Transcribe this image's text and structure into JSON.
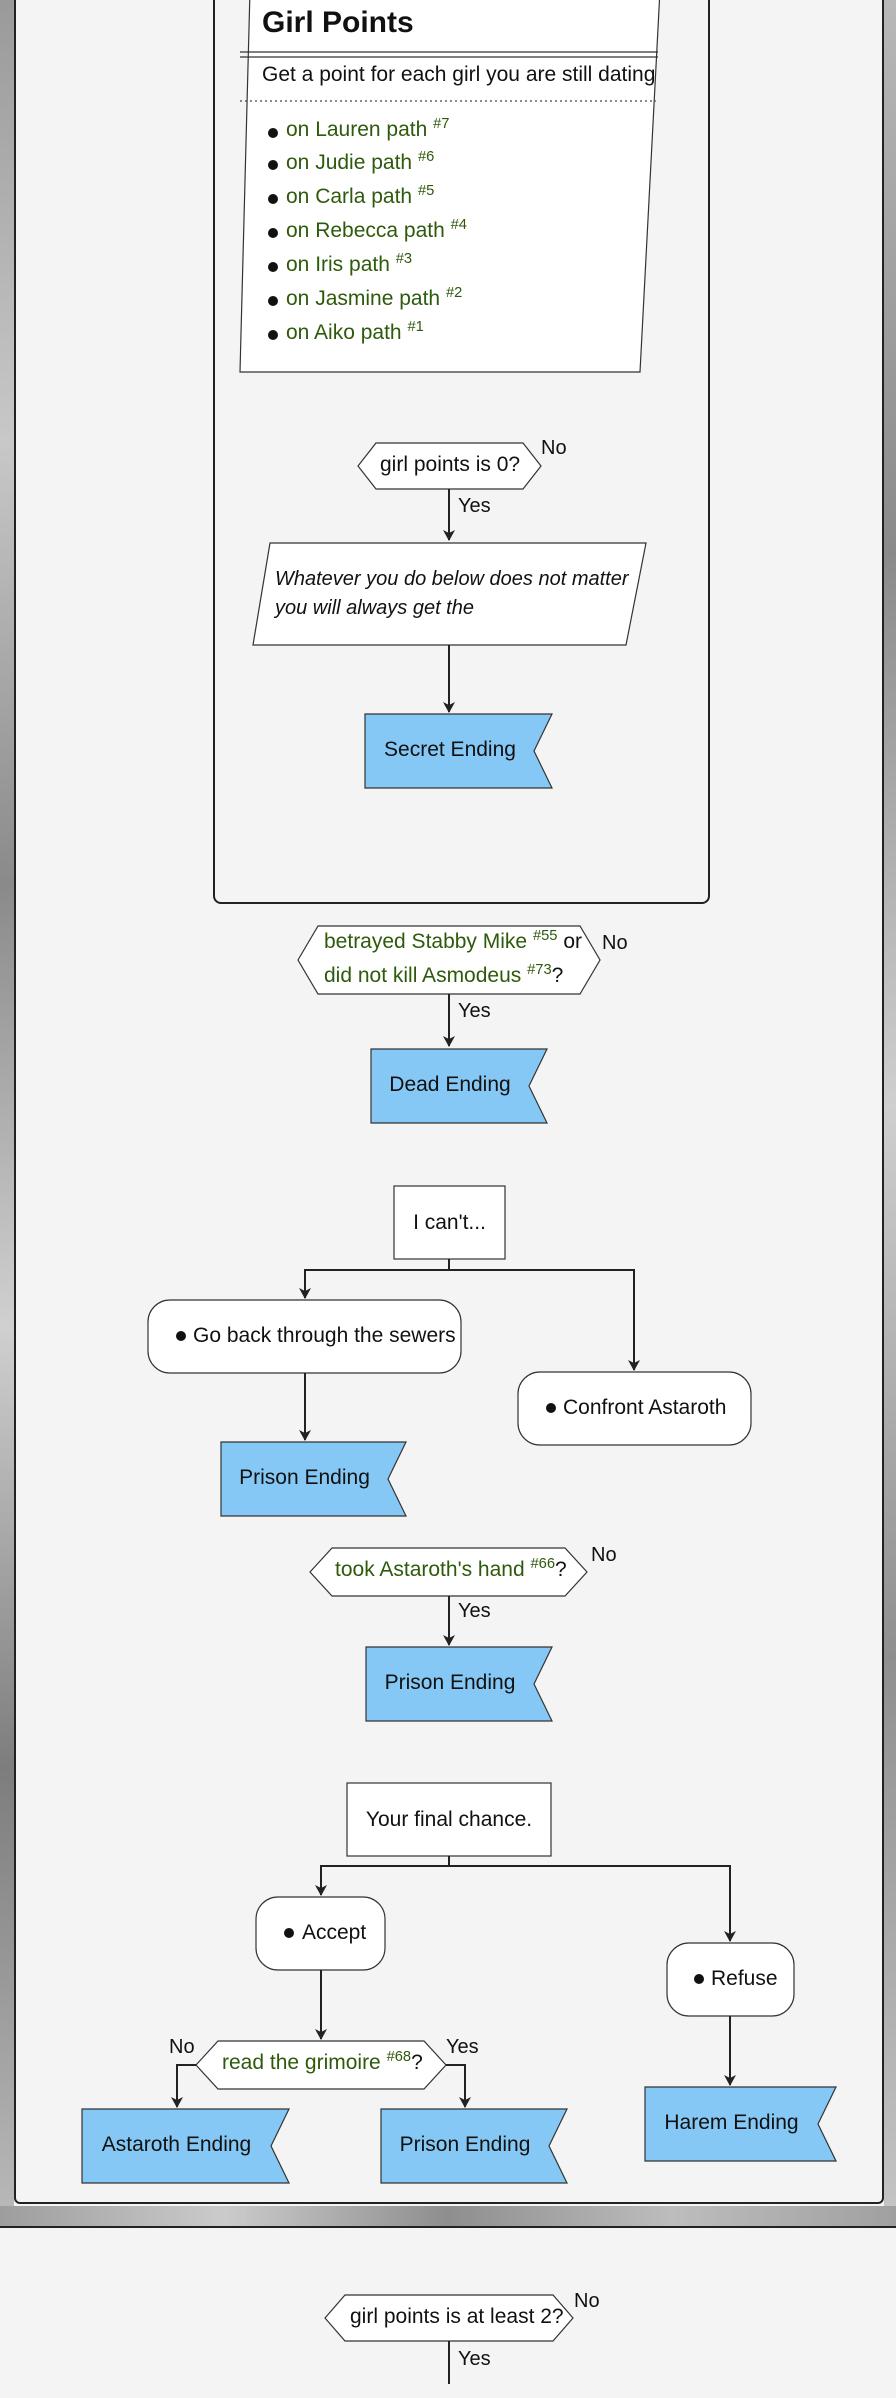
{
  "girl_points_note": {
    "title": "Girl Points",
    "subtitle": "Get a point for each girl you are still dating",
    "items": [
      {
        "label": "on Lauren path",
        "ref": "#7"
      },
      {
        "label": "on Judie path",
        "ref": "#6"
      },
      {
        "label": "on Carla path",
        "ref": "#5"
      },
      {
        "label": "on Rebecca path",
        "ref": "#4"
      },
      {
        "label": "on Iris path",
        "ref": "#3"
      },
      {
        "label": "on Jasmine path",
        "ref": "#2"
      },
      {
        "label": "on Aiko path",
        "ref": "#1"
      }
    ]
  },
  "check_zero": {
    "label": "girl points is 0?",
    "no": "No",
    "yes": "Yes"
  },
  "whatever_note": {
    "line1": "Whatever you do below does not matter",
    "line2": "you will always get the"
  },
  "secret_ending": "Secret Ending",
  "check_betrayed": {
    "line1": "betrayed Stabby Mike",
    "ref1": "#55",
    "or": "or",
    "line2": "did not kill Asmodeus",
    "ref2": "#73",
    "q": "?",
    "no": "No",
    "yes": "Yes"
  },
  "dead_ending": "Dead Ending",
  "i_cant": "I can't...",
  "choice_sewers": "Go back through the sewers",
  "choice_confront": "Confront Astaroth",
  "prison_ending_1": "Prison Ending",
  "check_hand": {
    "label": "took Astaroth's hand",
    "ref": "#66",
    "q": "?",
    "no": "No",
    "yes": "Yes"
  },
  "prison_ending_2": "Prison Ending",
  "final_chance": "Your final chance.",
  "choice_accept": "Accept",
  "choice_refuse": "Refuse",
  "check_grimoire": {
    "label": "read the grimoire",
    "ref": "#68",
    "q": "?",
    "no": "No",
    "yes": "Yes"
  },
  "astaroth_ending": "Astaroth Ending",
  "prison_ending_3": "Prison Ending",
  "harem_ending": "Harem Ending",
  "check_two": {
    "label": "girl points is at least 2?",
    "no": "No",
    "yes": "Yes"
  },
  "colors": {
    "ending_fill": "#85c8f5",
    "link_text": "#2e5a0c",
    "stroke": "#222222",
    "background": "#f4f4f4"
  }
}
